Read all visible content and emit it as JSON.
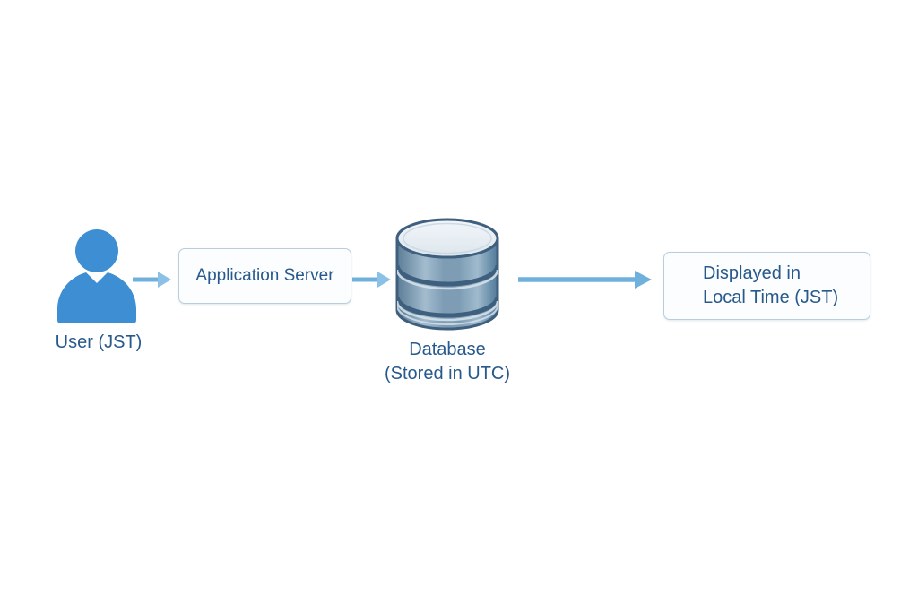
{
  "diagram": {
    "title": "",
    "colors": {
      "background": "#ffffff",
      "text": "#27598c",
      "arrow": "#6fb0dd",
      "arrow_head": "#8cc1e7",
      "user_icon": "#3d8ed3",
      "box_border": "#b9cedd",
      "box_fill": "#fbfdfe",
      "db_outline": "#3e5f7e",
      "db_top": "#e9eef4"
    },
    "nodes": {
      "user": {
        "icon": "user-icon",
        "label": "User (JST)"
      },
      "app_server": {
        "label": "Application Server"
      },
      "database": {
        "icon": "database-icon",
        "label_line1": "Database",
        "label_line2": "(Stored in UTC)"
      },
      "display": {
        "label_line1": "Displayed in",
        "label_line2": "Local Time (JST)"
      }
    },
    "flow": [
      "user -> app_server",
      "app_server -> database",
      "database -> display"
    ]
  }
}
